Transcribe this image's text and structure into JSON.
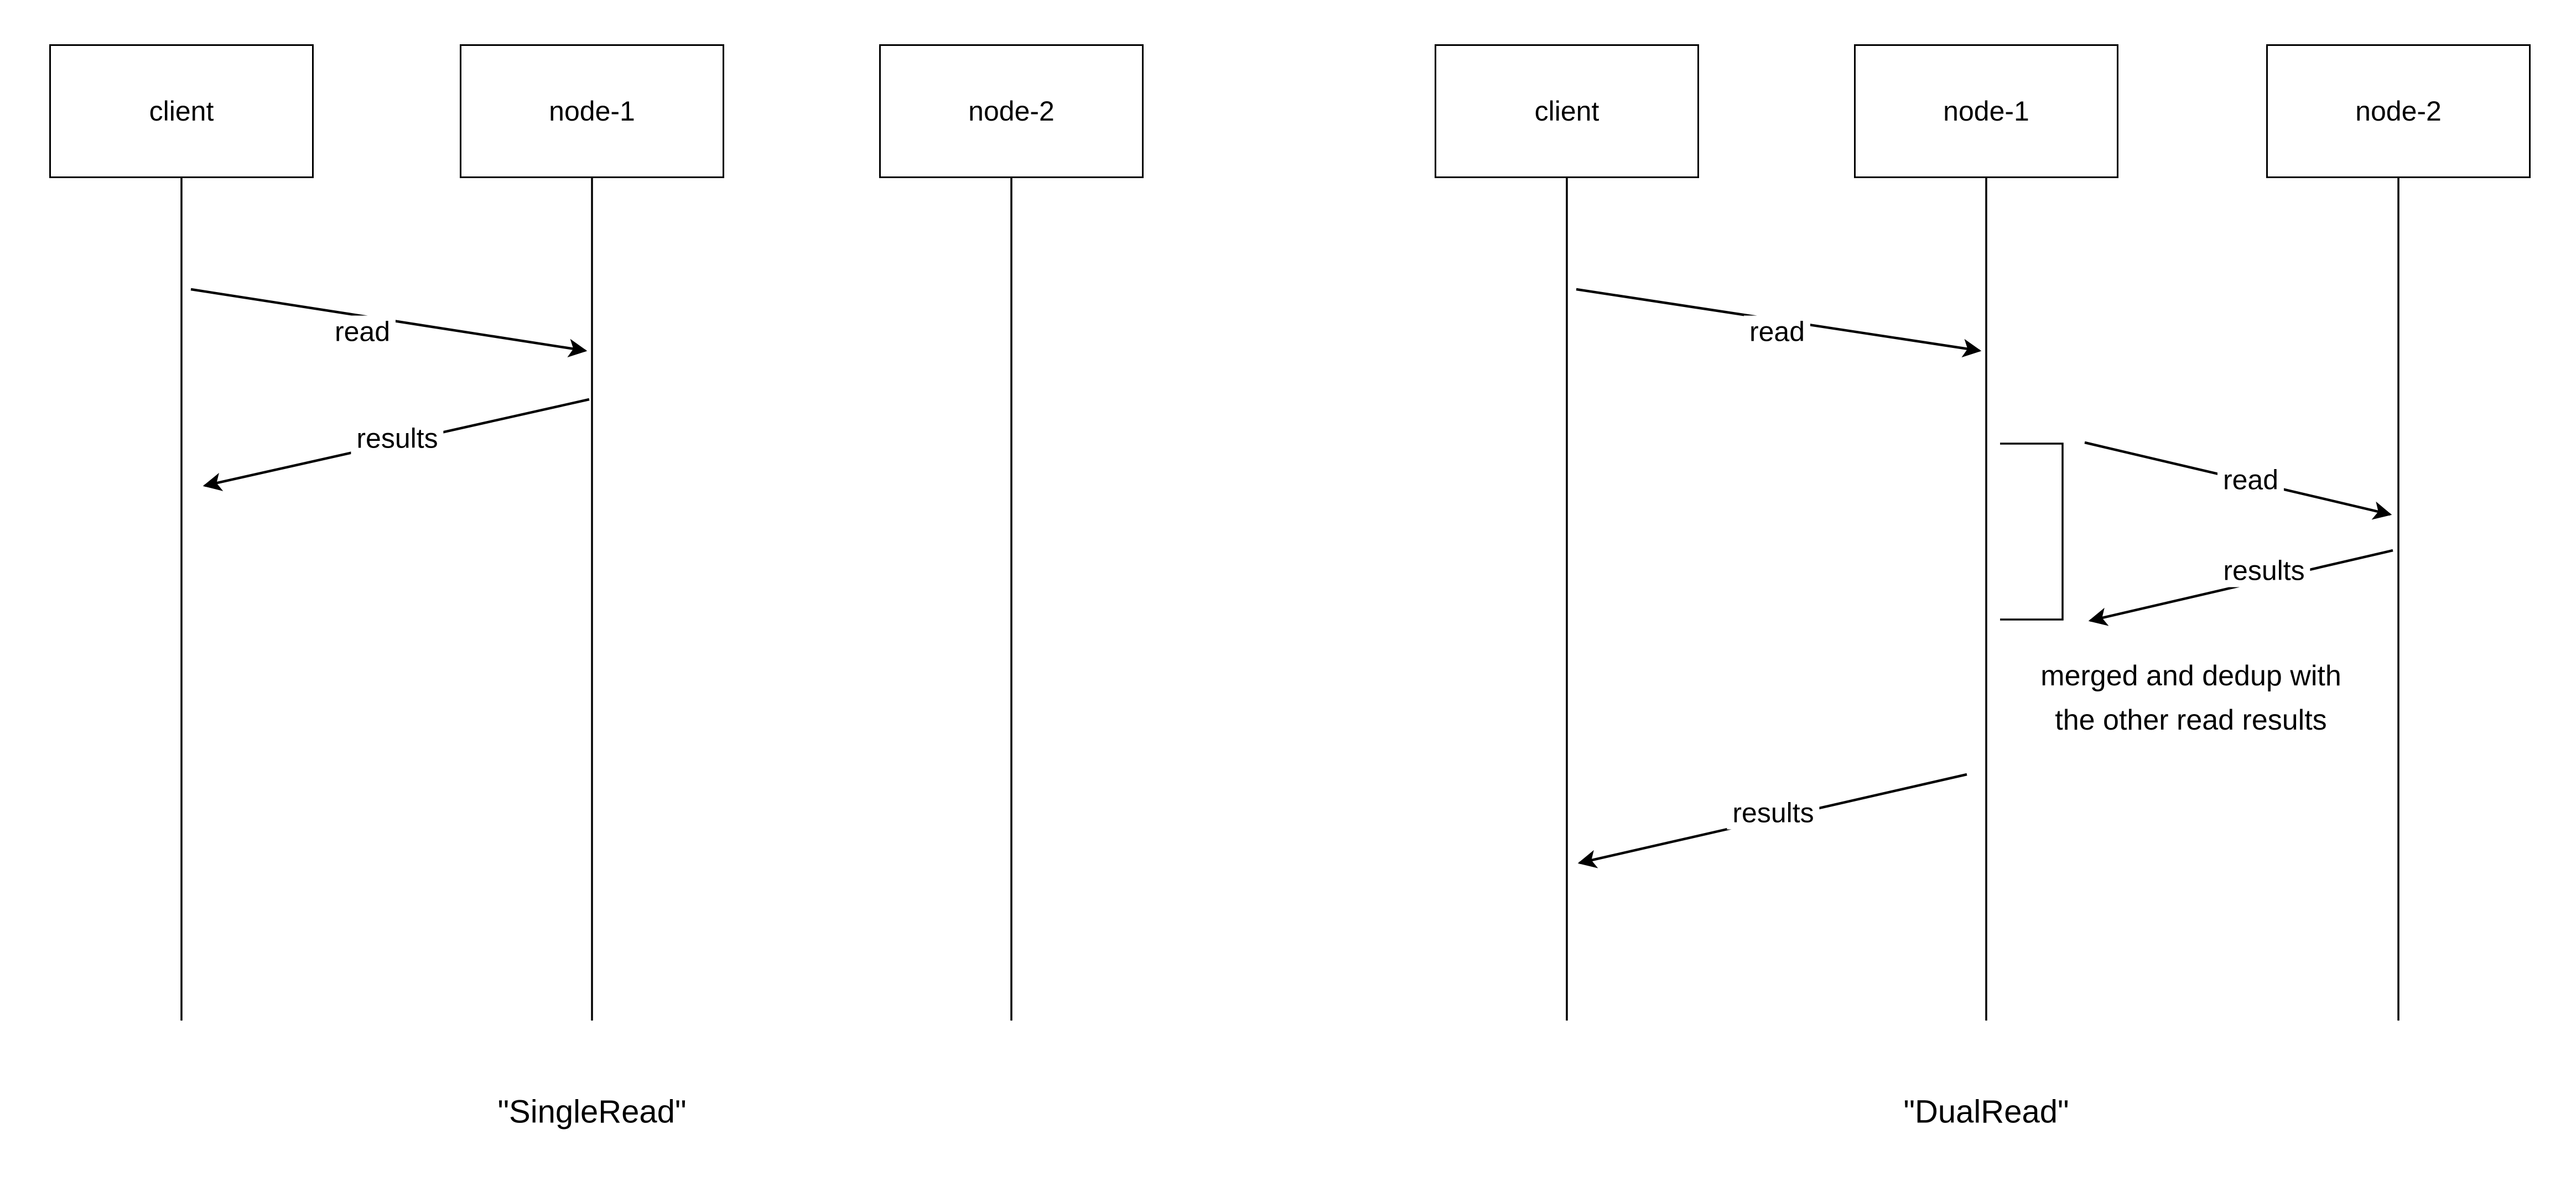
{
  "colors": {
    "stroke": "#000000",
    "background": "#ffffff"
  },
  "left_diagram": {
    "caption": "\"SingleRead\"",
    "actors": {
      "client": "client",
      "node1": "node-1",
      "node2": "node-2"
    },
    "messages": {
      "read": "read",
      "results": "results"
    }
  },
  "right_diagram": {
    "caption": "\"DualRead\"",
    "actors": {
      "client": "client",
      "node1": "node-1",
      "node2": "node-2"
    },
    "messages": {
      "read_client_to_node1": "read",
      "read_node1_to_node2": "read",
      "results_node2_to_node1": "results",
      "results_node1_to_client": "results"
    },
    "note": {
      "line1": "merged and dedup with",
      "line2": "the other read results"
    }
  }
}
